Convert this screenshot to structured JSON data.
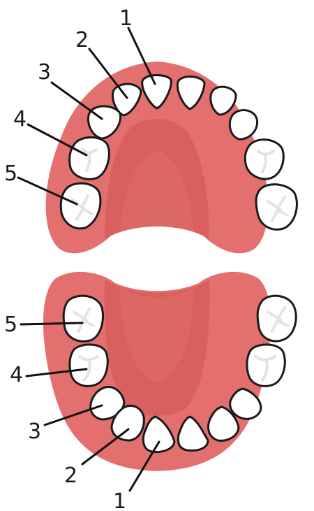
{
  "colors": {
    "gum": "#e46f6f",
    "palate": "#d9605e",
    "palate_inner": "#df6c6a",
    "tooth": "#ffffff",
    "outline": "#1a1a1a",
    "groove": "#e3e3e3"
  },
  "labels": {
    "upper": [
      "1",
      "2",
      "3",
      "4",
      "5"
    ],
    "lower": [
      "5",
      "4",
      "3",
      "2",
      "1"
    ]
  }
}
